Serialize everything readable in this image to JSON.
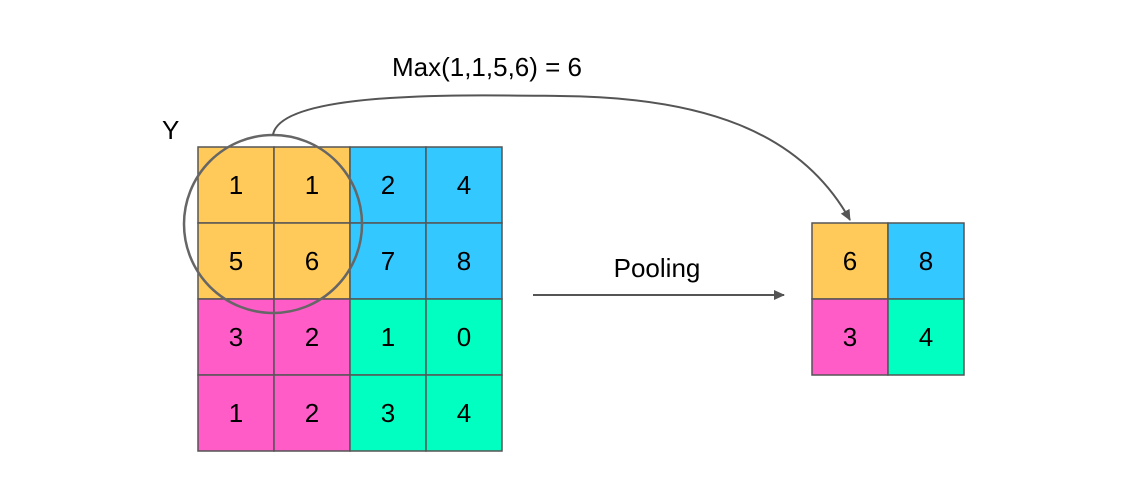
{
  "labels": {
    "input_name": "Y",
    "formula": "Max(1,1,5,6) = 6",
    "operation": "Pooling"
  },
  "colors": {
    "yellow": "#FFCA59",
    "blue": "#33C8FF",
    "pink": "#FF5CC8",
    "green": "#00FFC0",
    "grid_line": "#555555",
    "arrow": "#555555"
  },
  "input_grid": [
    [
      {
        "value": "1",
        "color": "yellow"
      },
      {
        "value": "1",
        "color": "yellow"
      },
      {
        "value": "2",
        "color": "blue"
      },
      {
        "value": "4",
        "color": "blue"
      }
    ],
    [
      {
        "value": "5",
        "color": "yellow"
      },
      {
        "value": "6",
        "color": "yellow"
      },
      {
        "value": "7",
        "color": "blue"
      },
      {
        "value": "8",
        "color": "blue"
      }
    ],
    [
      {
        "value": "3",
        "color": "pink"
      },
      {
        "value": "2",
        "color": "pink"
      },
      {
        "value": "1",
        "color": "green"
      },
      {
        "value": "0",
        "color": "green"
      }
    ],
    [
      {
        "value": "1",
        "color": "pink"
      },
      {
        "value": "2",
        "color": "pink"
      },
      {
        "value": "3",
        "color": "green"
      },
      {
        "value": "4",
        "color": "green"
      }
    ]
  ],
  "output_grid": [
    [
      {
        "value": "6",
        "color": "yellow"
      },
      {
        "value": "8",
        "color": "blue"
      }
    ],
    [
      {
        "value": "3",
        "color": "pink"
      },
      {
        "value": "4",
        "color": "green"
      }
    ]
  ]
}
